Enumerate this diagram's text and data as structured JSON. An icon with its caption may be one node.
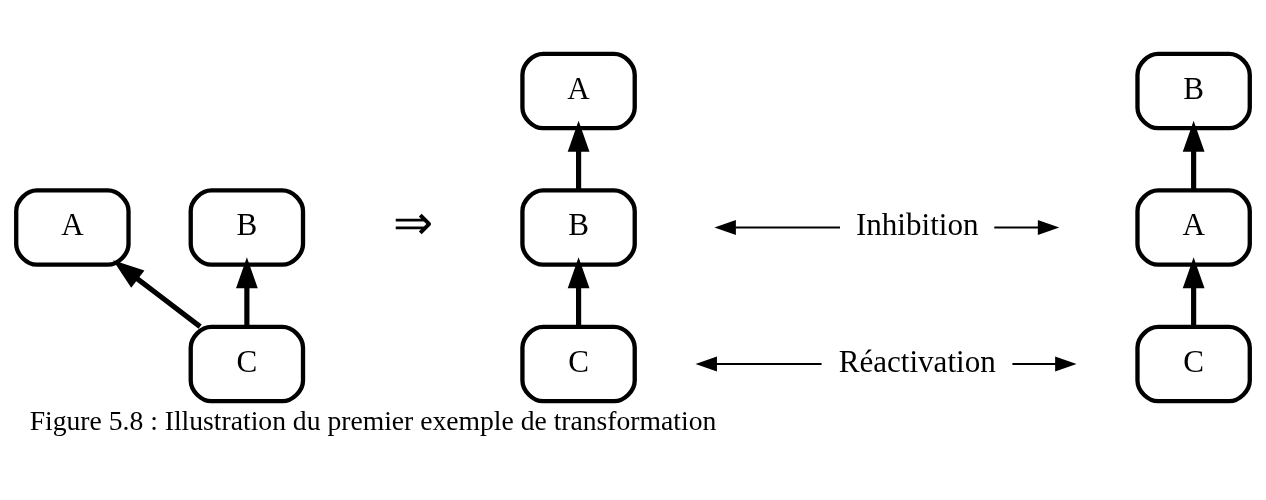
{
  "diagram": {
    "caption": "Figure 5.8 : Illustration du premier exemple de transformation",
    "nodes": [
      {
        "text": [
          "A"
        ]
      },
      {
        "text": [
          "B"
        ]
      },
      {
        "text": [
          "C"
        ]
      },
      {
        "text": [
          "A"
        ]
      },
      {
        "text": [
          "B"
        ]
      },
      {
        "text": [
          "C"
        ]
      },
      {
        "text": [
          "B"
        ]
      },
      {
        "text": [
          "A"
        ]
      },
      {
        "text": [
          "C"
        ]
      },
      {
        "text": [
          "Inhibition"
        ]
      },
      {
        "text": [
          "Réactivation"
        ]
      }
    ],
    "edges": [
      {
        "from": 2,
        "to": 0,
        "arrow": "to"
      },
      {
        "from": 2,
        "to": 1,
        "arrow": "to"
      },
      {
        "from": 4,
        "to": 3,
        "arrow": "to"
      },
      {
        "from": 5,
        "to": 4,
        "arrow": "to"
      },
      {
        "from": 7,
        "to": 6,
        "arrow": "to"
      },
      {
        "from": 8,
        "to": 7,
        "arrow": "to"
      },
      {
        "from": 9,
        "to": null,
        "arrow": "to"
      },
      {
        "from": 9,
        "to": null,
        "arrow": "to"
      },
      {
        "from": 10,
        "to": null,
        "arrow": "to"
      },
      {
        "from": 10,
        "to": null,
        "arrow": "to"
      }
    ],
    "labels": [
      "⇒"
    ]
  }
}
